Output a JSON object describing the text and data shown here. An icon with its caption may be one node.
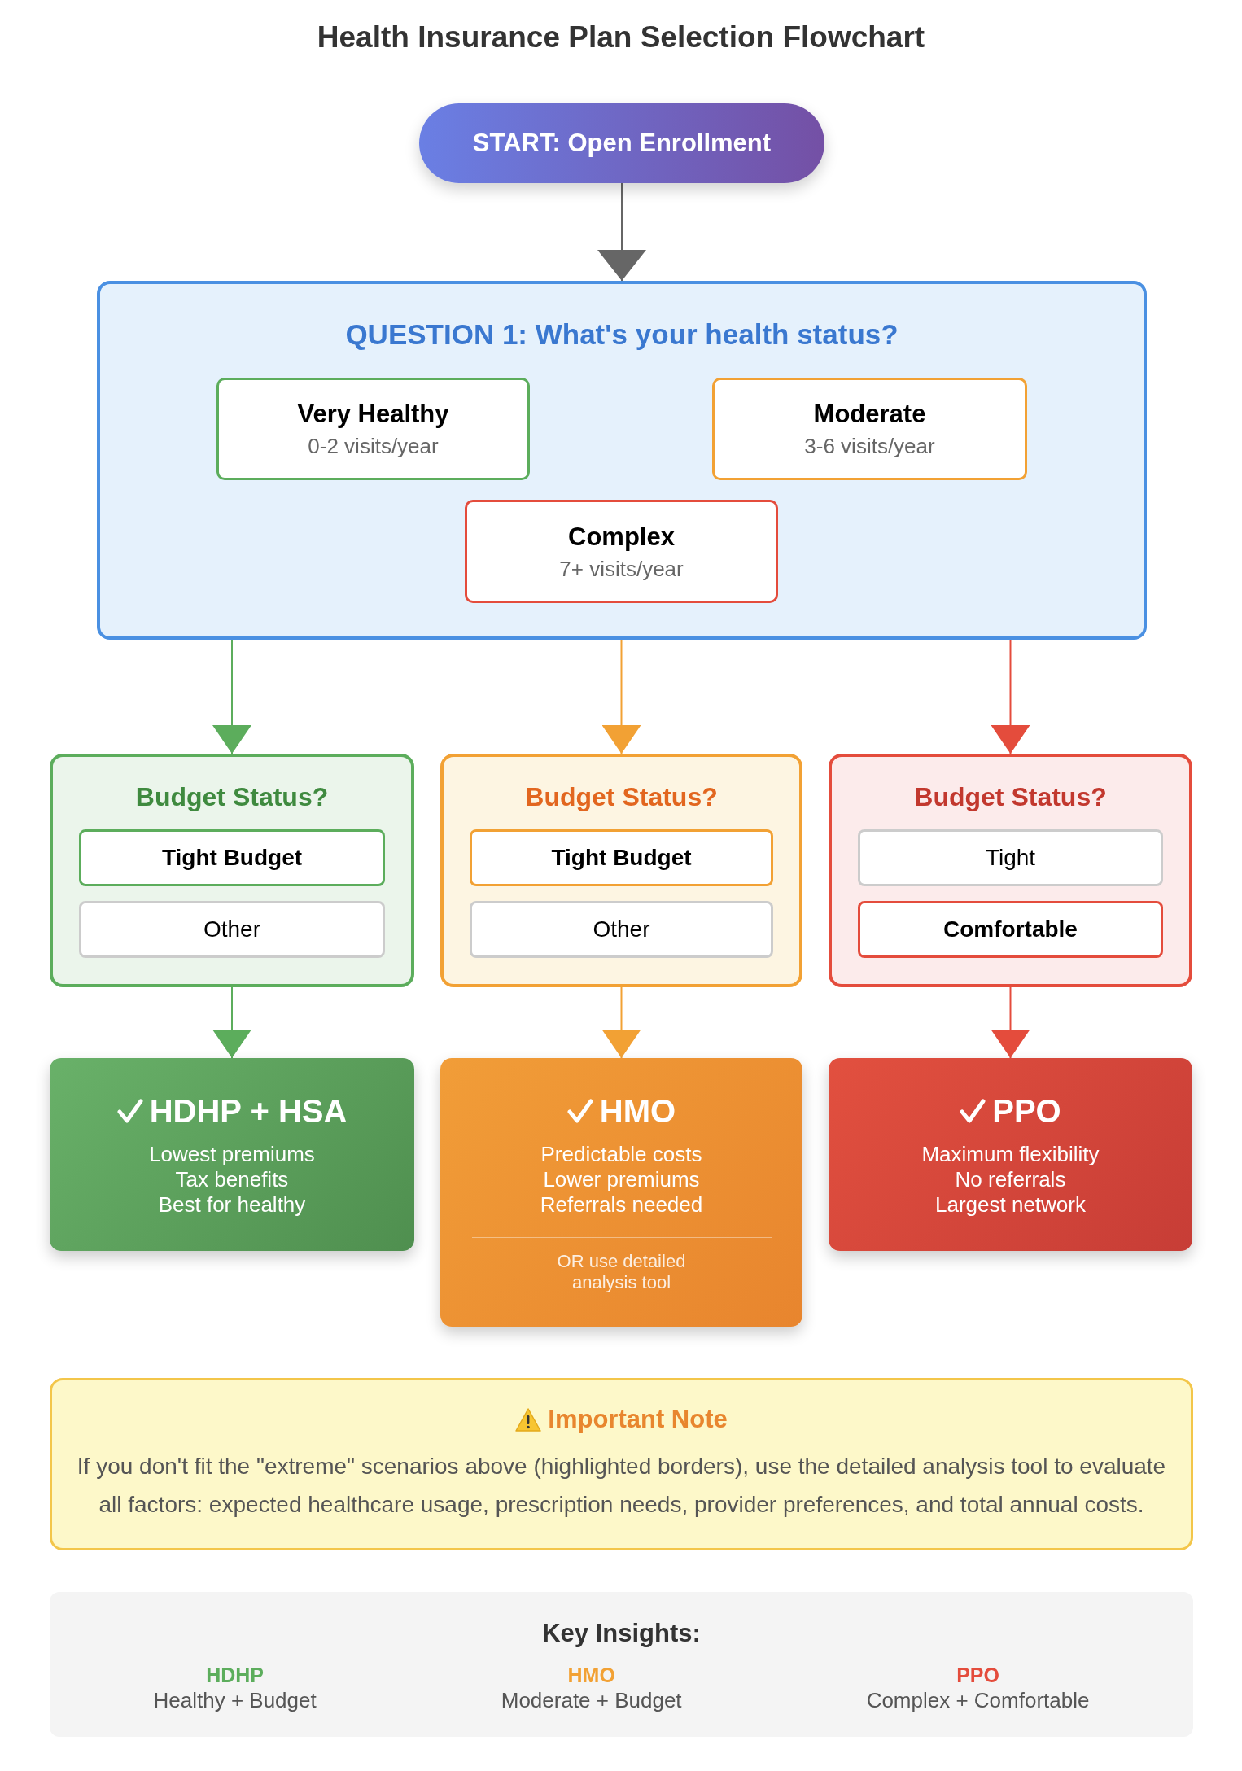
{
  "diagram": {
    "title": "Health Insurance Plan Selection Flowchart",
    "nodes": [
      {
        "text": [
          "START: Open Enrollment"
        ]
      },
      {
        "text": [
          "QUESTION 1: What's your health status?"
        ]
      },
      {
        "text": [
          "Very Healthy",
          "0-2 visits/year"
        ],
        "in": 1
      },
      {
        "text": [
          "Moderate",
          "3-6 visits/year"
        ],
        "in": 1
      },
      {
        "text": [
          "Complex",
          "7+ visits/year"
        ],
        "in": 1
      },
      {
        "text": [
          "Budget Status?"
        ]
      },
      {
        "text": [
          "Tight Budget"
        ],
        "in": 5
      },
      {
        "text": [
          "Other"
        ],
        "in": 5
      },
      {
        "text": [
          "Budget Status?"
        ]
      },
      {
        "text": [
          "Tight Budget"
        ],
        "in": 8
      },
      {
        "text": [
          "Other"
        ],
        "in": 8
      },
      {
        "text": [
          "Budget Status?"
        ]
      },
      {
        "text": [
          "Tight"
        ],
        "in": 11
      },
      {
        "text": [
          "Comfortable"
        ],
        "in": 11
      },
      {
        "text": [
          "HDHP + HSA",
          "Lowest premiums",
          "Tax benefits",
          "Best for healthy"
        ]
      },
      {
        "text": [
          "HMO",
          "Predictable costs",
          "Lower premiums",
          "Referrals needed",
          "OR use detailed analysis tool"
        ]
      },
      {
        "text": [
          "PPO",
          "Maximum flexibility",
          "No referrals",
          "Largest network"
        ]
      },
      {
        "text": [
          "Important Note",
          "If you don't fit the \"extreme\" scenarios above (highlighted borders), use the detailed analysis tool to evaluate all factors: expected healthcare usage, prescription needs, provider preferences, and total annual costs."
        ]
      },
      {
        "text": [
          "Key Insights:",
          "HDHP",
          "Healthy + Budget",
          "HMO",
          "Moderate + Budget",
          "PPO",
          "Complex + Comfortable"
        ]
      }
    ],
    "edges": [
      {
        "from": 0,
        "to": 1,
        "arrow": "to",
        "color": "#666666"
      },
      {
        "from": 1,
        "to": 5,
        "arrow": "to",
        "color": "#5cad5c"
      },
      {
        "from": 1,
        "to": 8,
        "arrow": "to",
        "color": "#f2a134"
      },
      {
        "from": 1,
        "to": 11,
        "arrow": "to",
        "color": "#e44c3c"
      },
      {
        "from": 5,
        "to": 14,
        "arrow": "to",
        "color": "#5cad5c"
      },
      {
        "from": 8,
        "to": 15,
        "arrow": "to",
        "color": "#f2a134"
      },
      {
        "from": 11,
        "to": 16,
        "arrow": "to",
        "color": "#e44c3c"
      }
    ]
  }
}
